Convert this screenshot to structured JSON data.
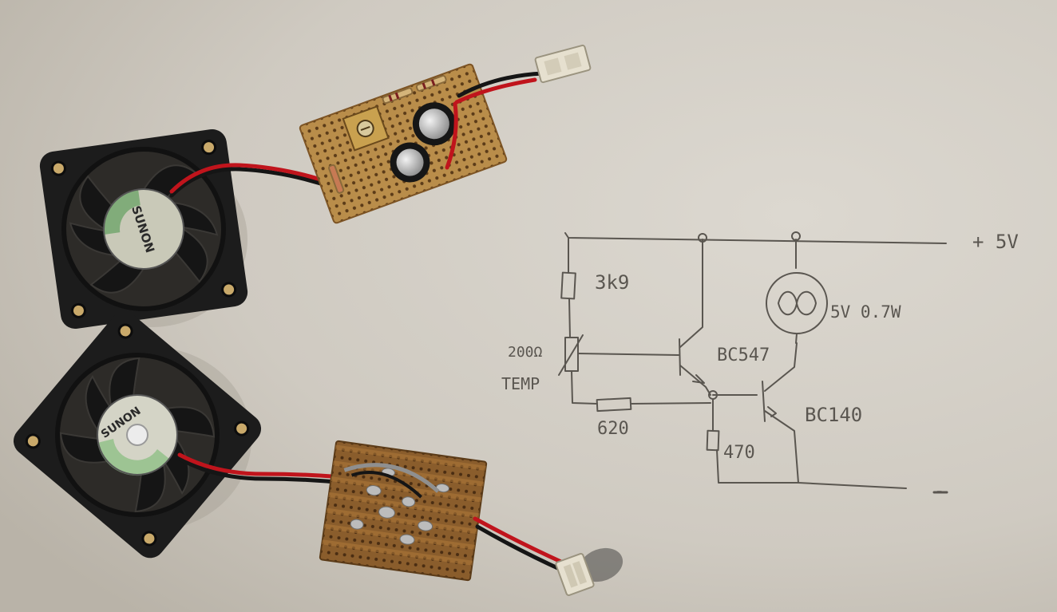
{
  "scene": {
    "description_hidden": "",
    "colors": {
      "paper": "#d2cdc4",
      "pencil": "#5a5650",
      "fan_body": "#1c1c1c",
      "fan_label": "#c9c9b8",
      "fan_label_stripe": "#6fa56a",
      "pcb": "#b98d4a",
      "pcb_dark": "#7d5424",
      "wire_red": "#c0141c",
      "wire_black": "#151515",
      "connector": "#e6e0cf"
    }
  },
  "fan_top": {
    "brand": "SUNON"
  },
  "fan_bottom": {
    "brand": "SUNON"
  },
  "schematic": {
    "supply_label": "+ 5V",
    "ground_label": "-",
    "r1_label": "3k9",
    "thermistor_value": "200Ω",
    "thermistor_label": "TEMP",
    "fan_label": "5V 0.7W",
    "q1_label": "BC547",
    "q2_label": "BC140",
    "r2_label": "620",
    "r3_label": "470"
  }
}
